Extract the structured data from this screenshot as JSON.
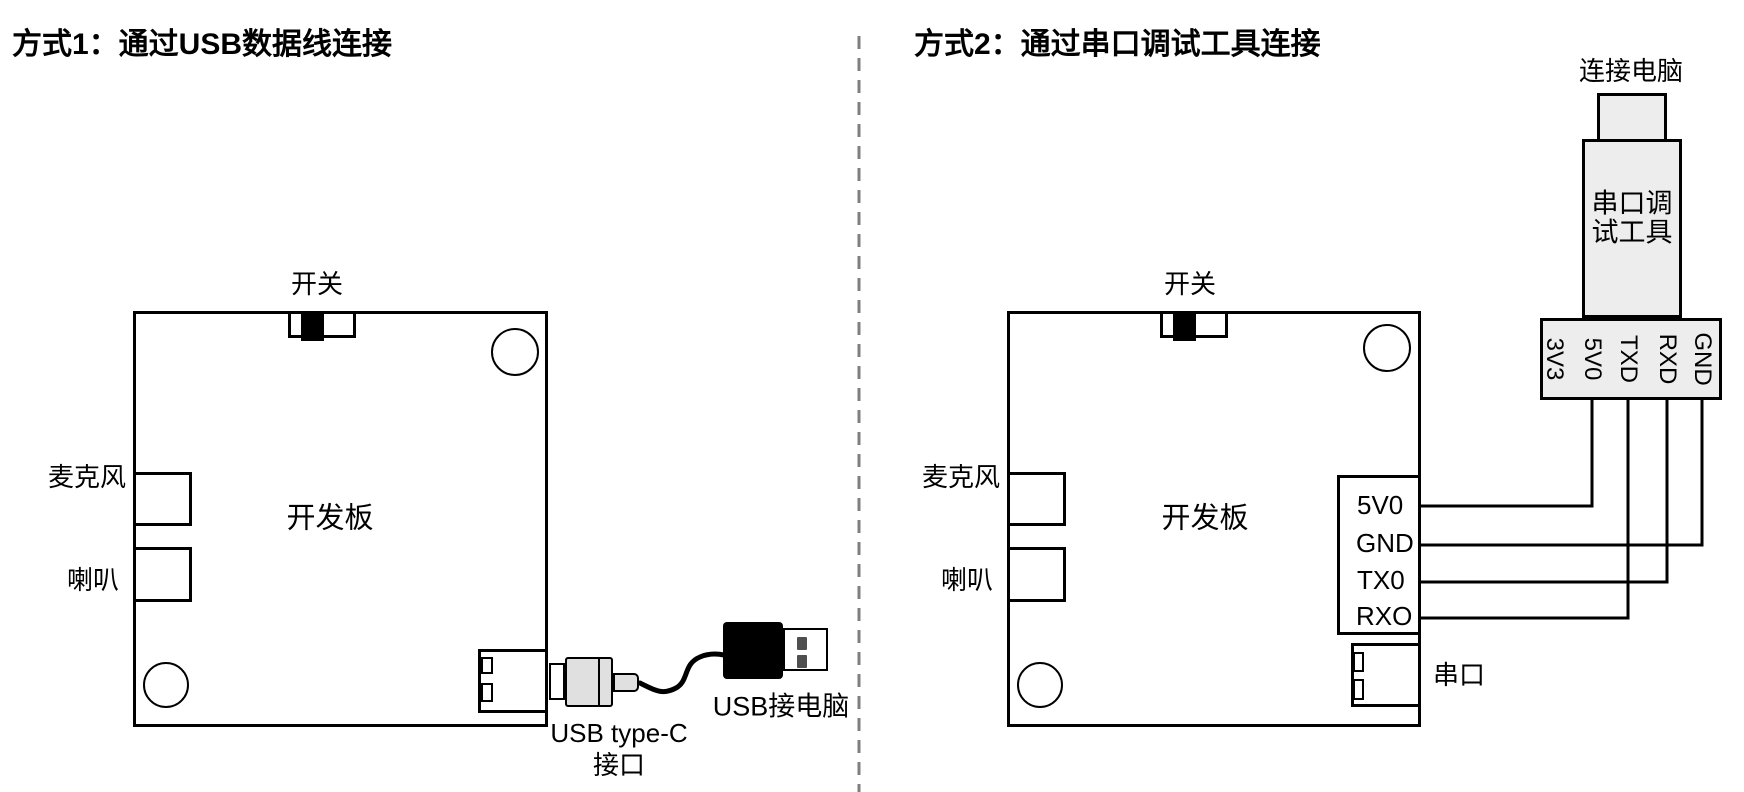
{
  "colors": {
    "ink": "#000000",
    "tool_fill": "#ededed",
    "connector_fill": "#e0e0e0",
    "usb_contact": "#4f4f4f",
    "divider": "#7f7f7f"
  },
  "method1": {
    "title": "方式1：通过USB数据线连接",
    "board_label": "开发板",
    "switch_label": "开关",
    "mic_label": "麦克风",
    "speaker_label": "喇叭",
    "typec_label_line1": "USB type-C",
    "typec_label_line2": "接口",
    "usb_pc_label": "USB接电脑"
  },
  "method2": {
    "title": "方式2：通过串口调试工具连接",
    "board_label": "开发板",
    "switch_label": "开关",
    "mic_label": "麦克风",
    "speaker_label": "喇叭",
    "serial_port_label": "串口",
    "board_pins": [
      "5V0",
      "GND",
      "TX0",
      "RXO"
    ],
    "tool": {
      "connect_pc_label": "连接电脑",
      "name_line1": "串口调",
      "name_line2": "试工具",
      "pins": [
        "3V3",
        "5V0",
        "TXD",
        "RXD",
        "GND"
      ]
    }
  }
}
